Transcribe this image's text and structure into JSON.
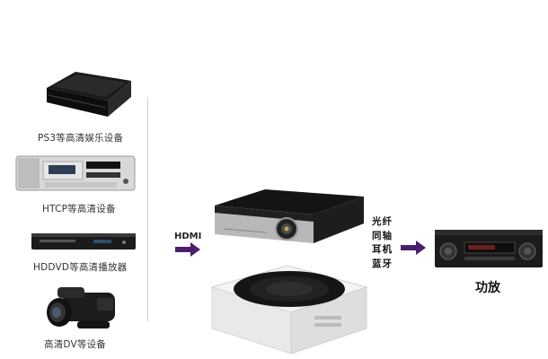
{
  "sources": [
    {
      "label": "PS3等高清娱乐设备",
      "icon": "ps3-console-icon"
    },
    {
      "label": "HTCP等高清设备",
      "icon": "htpc-computer-icon"
    },
    {
      "label": "HDDVD等高清播放器",
      "icon": "hddvd-player-icon"
    },
    {
      "label": "高清DV等设备",
      "icon": "camcorder-icon"
    }
  ],
  "hdmi_label": "HDMI",
  "connections": [
    "光纤",
    "同轴",
    "耳机",
    "蓝牙"
  ],
  "amplifier_label": "功放",
  "colors": {
    "arrow": "#4b1f6e",
    "line": "#d0d0d0"
  }
}
